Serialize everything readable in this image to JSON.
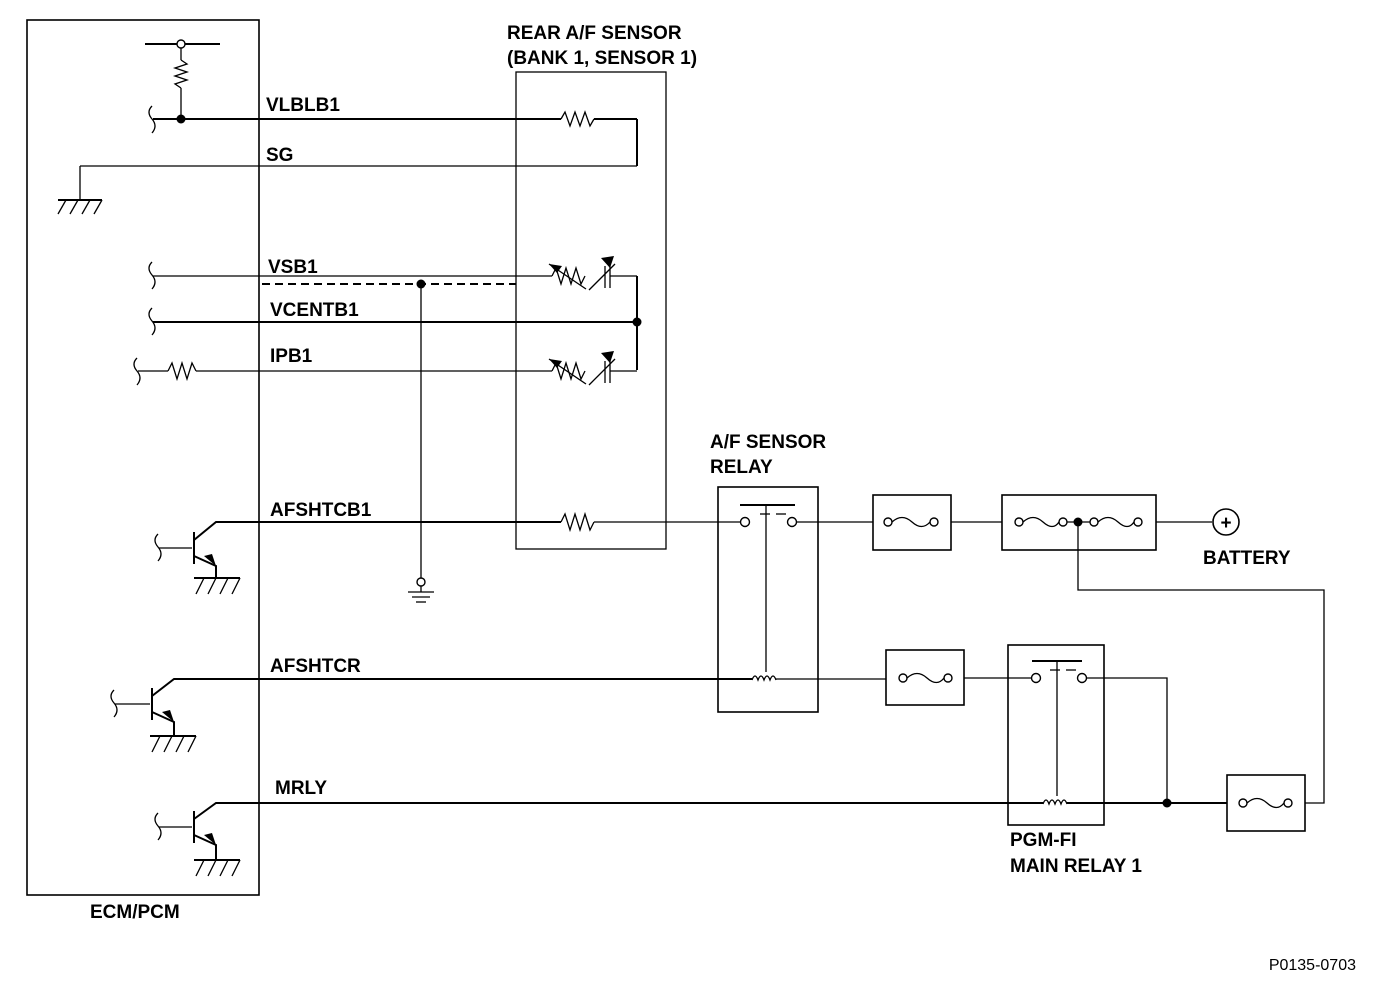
{
  "labels": {
    "ecm": "ECM/PCM",
    "sensor_title_1": "REAR A/F SENSOR",
    "sensor_title_2": "(BANK 1, SENSOR 1)",
    "relay_title_1": "A/F SENSOR",
    "relay_title_2": "RELAY",
    "main_relay_1": "PGM-FI",
    "main_relay_2": "MAIN RELAY 1",
    "battery": "BATTERY",
    "battery_symbol": "+",
    "code": "P0135-0703"
  },
  "wires": {
    "vlblb1": "VLBLB1",
    "sg": "SG",
    "vsb1": "VSB1",
    "vcentb1": "VCENTB1",
    "ipb1": "IPB1",
    "afshtcb1": "AFSHTCB1",
    "afshtcr": "AFSHTCR",
    "mrly": "MRLY"
  }
}
